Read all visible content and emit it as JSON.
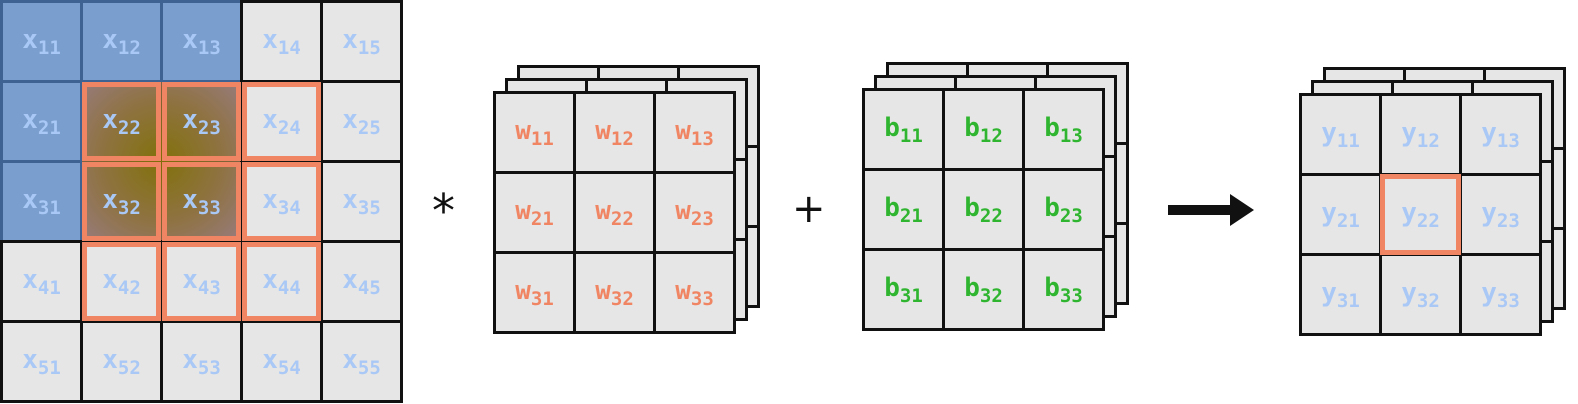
{
  "colors": {
    "input_text": "#a9c8f5",
    "weight_text": "#f08563",
    "bias_text": "#2fb52f",
    "output_text": "#a9c8f5",
    "receptive_field": "#f08563",
    "patch_blue": "#5f8cc8",
    "center_dark": "#8a7a08"
  },
  "input": {
    "symbol": "x",
    "rows": [
      [
        "11",
        "12",
        "13",
        "14",
        "15"
      ],
      [
        "21",
        "22",
        "23",
        "24",
        "25"
      ],
      [
        "31",
        "32",
        "33",
        "34",
        "35"
      ],
      [
        "41",
        "42",
        "43",
        "44",
        "45"
      ],
      [
        "51",
        "52",
        "53",
        "54",
        "55"
      ]
    ]
  },
  "operators": {
    "conv": "*",
    "plus": "+"
  },
  "weights": {
    "symbol": "w",
    "rows": [
      [
        "11",
        "12",
        "13"
      ],
      [
        "21",
        "22",
        "23"
      ],
      [
        "31",
        "32",
        "33"
      ]
    ]
  },
  "bias": {
    "symbol": "b",
    "rows": [
      [
        "11",
        "12",
        "13"
      ],
      [
        "21",
        "22",
        "23"
      ],
      [
        "31",
        "32",
        "33"
      ]
    ]
  },
  "arrow": {
    "icon": "right-arrow-icon"
  },
  "output": {
    "symbol": "y",
    "rows": [
      [
        "11",
        "12",
        "13"
      ],
      [
        "21",
        "22",
        "23"
      ],
      [
        "31",
        "32",
        "33"
      ]
    ]
  }
}
